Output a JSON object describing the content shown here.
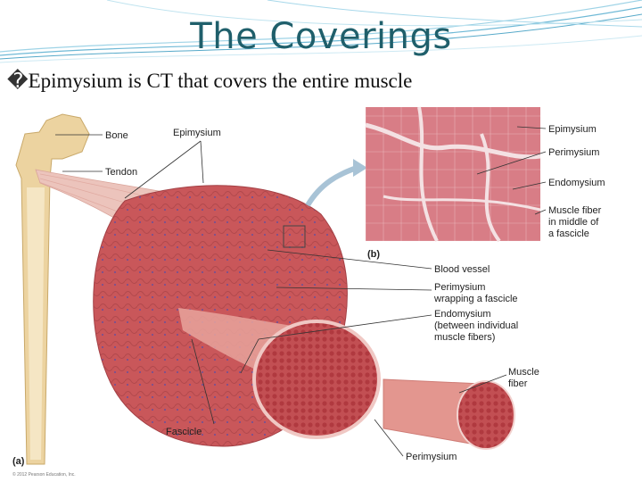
{
  "slide": {
    "title": "The Coverings",
    "bullet_mark": "�",
    "bullet_text": "Epimysium is CT that covers the entire muscle"
  },
  "figure": {
    "panel_a_tag": "(a)",
    "panel_b_tag": "(b)",
    "copyright": "© 2012 Pearson Education, Inc.",
    "labels_a": {
      "bone": "Bone",
      "tendon": "Tendon",
      "epimysium": "Epimysium",
      "blood_vessel": "Blood vessel",
      "perimysium_wrap_1": "Perimysium",
      "perimysium_wrap_2": "wrapping a fascicle",
      "endomysium_1": "Endomysium",
      "endomysium_2": "(between individual",
      "endomysium_3": "muscle fibers)",
      "muscle_fiber_1": "Muscle",
      "muscle_fiber_2": "fiber",
      "fascicle": "Fascicle",
      "perimysium_bottom": "Perimysium"
    },
    "labels_b": {
      "epimysium": "Epimysium",
      "perimysium": "Perimysium",
      "endomysium": "Endomysium",
      "muscle_fiber_1": "Muscle fiber",
      "muscle_fiber_2": "in middle of",
      "muscle_fiber_3": "a fascicle"
    }
  },
  "colors": {
    "title": "#1f5f6b",
    "muscle": "#c9575a",
    "muscle_light": "#e7a39c",
    "tendon": "#ecc4bc",
    "bone": "#ecd3a0",
    "histology": "#d87d86",
    "deco_lines": "#56a9c9"
  }
}
